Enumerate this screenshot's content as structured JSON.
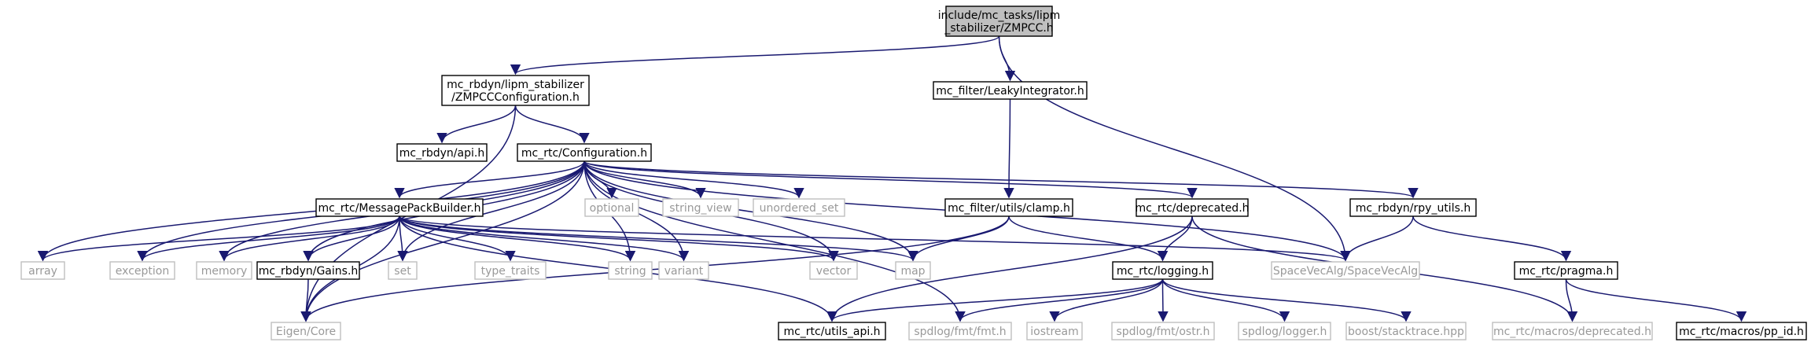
{
  "graph": {
    "title": "include/mc_tasks/lipm_stabilizer/ZMPCC.h",
    "colors": {
      "root_fill": "#bfbfbf",
      "node_border": "#000000",
      "node_fill": "#ffffff",
      "external_border": "#bfbfbf",
      "external_text": "#999999",
      "edge": "#191970"
    },
    "nodes": [
      {
        "id": "zmpcc",
        "lines": [
          "include/mc_tasks/lipm",
          "_stabilizer/ZMPCC.h"
        ],
        "kind": "root"
      },
      {
        "id": "zmpccconf",
        "lines": [
          "mc_rbdyn/lipm_stabilizer",
          "/ZMPCCConfiguration.h"
        ],
        "kind": "local"
      },
      {
        "id": "leaky",
        "lines": [
          "mc_filter/LeakyIntegrator.h"
        ],
        "kind": "local"
      },
      {
        "id": "api",
        "lines": [
          "mc_rbdyn/api.h"
        ],
        "kind": "local"
      },
      {
        "id": "config",
        "lines": [
          "mc_rtc/Configuration.h"
        ],
        "kind": "local"
      },
      {
        "id": "optional",
        "lines": [
          "optional"
        ],
        "kind": "external"
      },
      {
        "id": "string_view",
        "lines": [
          "string_view"
        ],
        "kind": "external"
      },
      {
        "id": "unordered_set",
        "lines": [
          "unordered_set"
        ],
        "kind": "external"
      },
      {
        "id": "clamp",
        "lines": [
          "mc_filter/utils/clamp.h"
        ],
        "kind": "local"
      },
      {
        "id": "deprecated",
        "lines": [
          "mc_rtc/deprecated.h"
        ],
        "kind": "local"
      },
      {
        "id": "rpy",
        "lines": [
          "mc_rbdyn/rpy_utils.h"
        ],
        "kind": "local"
      },
      {
        "id": "msgpack",
        "lines": [
          "mc_rtc/MessagePackBuilder.h"
        ],
        "kind": "local"
      },
      {
        "id": "array",
        "lines": [
          "array"
        ],
        "kind": "external"
      },
      {
        "id": "exception",
        "lines": [
          "exception"
        ],
        "kind": "external"
      },
      {
        "id": "memory",
        "lines": [
          "memory"
        ],
        "kind": "external"
      },
      {
        "id": "gains",
        "lines": [
          "mc_rbdyn/Gains.h"
        ],
        "kind": "local"
      },
      {
        "id": "set",
        "lines": [
          "set"
        ],
        "kind": "external"
      },
      {
        "id": "type_traits",
        "lines": [
          "type_traits"
        ],
        "kind": "external"
      },
      {
        "id": "string",
        "lines": [
          "string"
        ],
        "kind": "external"
      },
      {
        "id": "variant",
        "lines": [
          "variant"
        ],
        "kind": "external"
      },
      {
        "id": "vector",
        "lines": [
          "vector"
        ],
        "kind": "external"
      },
      {
        "id": "map",
        "lines": [
          "map"
        ],
        "kind": "external"
      },
      {
        "id": "logging",
        "lines": [
          "mc_rtc/logging.h"
        ],
        "kind": "local"
      },
      {
        "id": "spacevec",
        "lines": [
          "SpaceVecAlg/SpaceVecAlg"
        ],
        "kind": "external"
      },
      {
        "id": "pragma",
        "lines": [
          "mc_rtc/pragma.h"
        ],
        "kind": "local"
      },
      {
        "id": "eigen",
        "lines": [
          "Eigen/Core"
        ],
        "kind": "external"
      },
      {
        "id": "utils_api",
        "lines": [
          "mc_rtc/utils_api.h"
        ],
        "kind": "local"
      },
      {
        "id": "fmt",
        "lines": [
          "spdlog/fmt/fmt.h"
        ],
        "kind": "external"
      },
      {
        "id": "iostream",
        "lines": [
          "iostream"
        ],
        "kind": "external"
      },
      {
        "id": "ostr",
        "lines": [
          "spdlog/fmt/ostr.h"
        ],
        "kind": "external"
      },
      {
        "id": "logger",
        "lines": [
          "spdlog/logger.h"
        ],
        "kind": "external"
      },
      {
        "id": "stacktrace",
        "lines": [
          "boost/stacktrace.hpp"
        ],
        "kind": "external"
      },
      {
        "id": "macros_dep",
        "lines": [
          "mc_rtc/macros/deprecated.h"
        ],
        "kind": "external"
      },
      {
        "id": "pp_id",
        "lines": [
          "mc_rtc/macros/pp_id.h"
        ],
        "kind": "local"
      }
    ],
    "edges": [
      [
        "zmpcc",
        "zmpccconf"
      ],
      [
        "zmpcc",
        "leaky"
      ],
      [
        "zmpcc",
        "spacevec"
      ],
      [
        "zmpccconf",
        "api"
      ],
      [
        "zmpccconf",
        "config"
      ],
      [
        "zmpccconf",
        "eigen"
      ],
      [
        "leaky",
        "clamp"
      ],
      [
        "config",
        "msgpack"
      ],
      [
        "config",
        "optional"
      ],
      [
        "config",
        "string_view"
      ],
      [
        "config",
        "unordered_set"
      ],
      [
        "config",
        "deprecated"
      ],
      [
        "config",
        "rpy"
      ],
      [
        "config",
        "array"
      ],
      [
        "config",
        "exception"
      ],
      [
        "config",
        "memory"
      ],
      [
        "config",
        "gains"
      ],
      [
        "config",
        "set"
      ],
      [
        "config",
        "string"
      ],
      [
        "config",
        "variant"
      ],
      [
        "config",
        "vector"
      ],
      [
        "config",
        "map"
      ],
      [
        "config",
        "spacevec"
      ],
      [
        "config",
        "eigen"
      ],
      [
        "config",
        "fmt"
      ],
      [
        "msgpack",
        "array"
      ],
      [
        "msgpack",
        "exception"
      ],
      [
        "msgpack",
        "memory"
      ],
      [
        "msgpack",
        "gains"
      ],
      [
        "msgpack",
        "set"
      ],
      [
        "msgpack",
        "type_traits"
      ],
      [
        "msgpack",
        "string"
      ],
      [
        "msgpack",
        "variant"
      ],
      [
        "msgpack",
        "vector"
      ],
      [
        "msgpack",
        "map"
      ],
      [
        "msgpack",
        "spacevec"
      ],
      [
        "msgpack",
        "eigen"
      ],
      [
        "msgpack",
        "utils_api"
      ],
      [
        "gains",
        "eigen"
      ],
      [
        "clamp",
        "map"
      ],
      [
        "clamp",
        "logging"
      ],
      [
        "clamp",
        "eigen"
      ],
      [
        "deprecated",
        "logging"
      ],
      [
        "deprecated",
        "utils_api"
      ],
      [
        "deprecated",
        "macros_dep"
      ],
      [
        "rpy",
        "spacevec"
      ],
      [
        "rpy",
        "pragma"
      ],
      [
        "pragma",
        "macros_dep"
      ],
      [
        "pragma",
        "pp_id"
      ],
      [
        "logging",
        "utils_api"
      ],
      [
        "logging",
        "fmt"
      ],
      [
        "logging",
        "iostream"
      ],
      [
        "logging",
        "ostr"
      ],
      [
        "logging",
        "logger"
      ],
      [
        "logging",
        "stacktrace"
      ]
    ]
  }
}
